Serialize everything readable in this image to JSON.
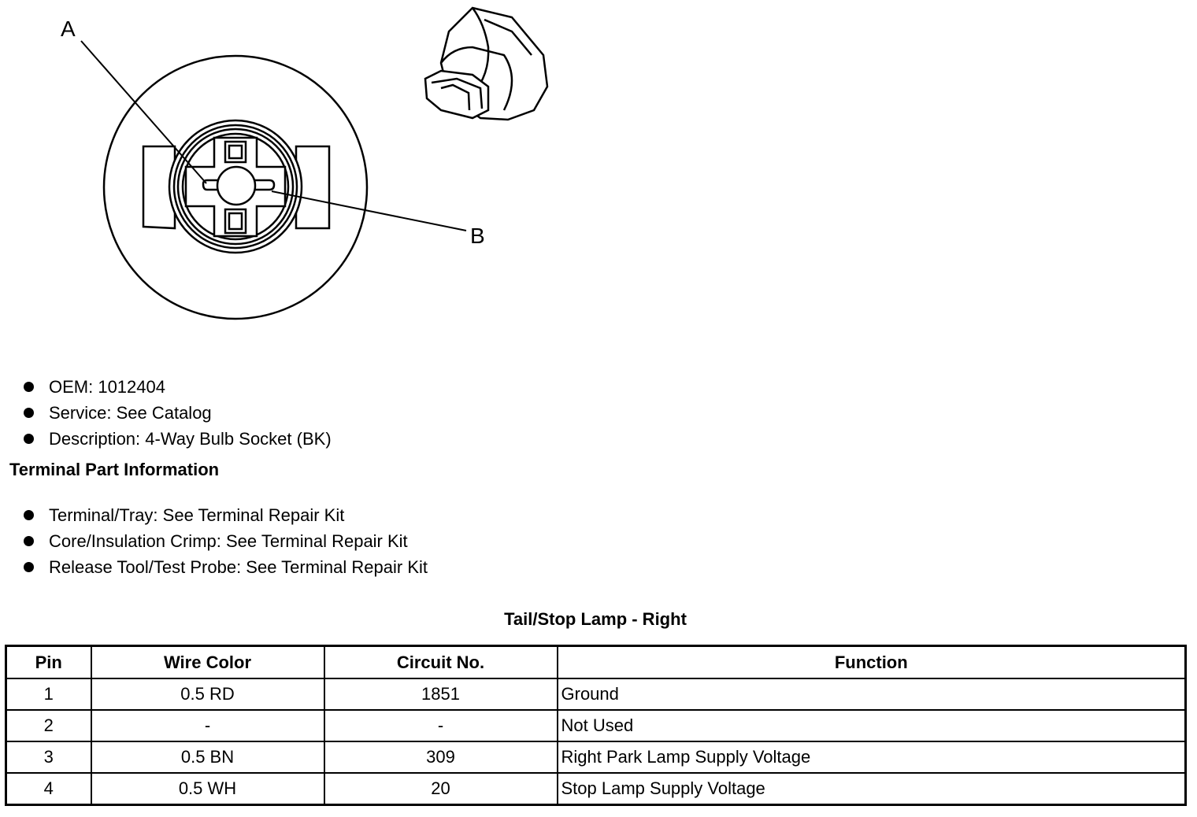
{
  "diagram": {
    "callout_a": "A",
    "callout_b": "B"
  },
  "connector_info": [
    "OEM: 1012404",
    "Service: See Catalog",
    "Description: 4-Way Bulb Socket (BK)"
  ],
  "terminal_heading": "Terminal Part Information",
  "terminal_info": [
    "Terminal/Tray: See Terminal Repair Kit",
    "Core/Insulation Crimp: See Terminal Repair Kit",
    "Release Tool/Test Probe: See Terminal Repair Kit"
  ],
  "table": {
    "title": "Tail/Stop Lamp - Right",
    "headers": [
      "Pin",
      "Wire Color",
      "Circuit No.",
      "Function"
    ],
    "rows": [
      [
        "1",
        "0.5 RD",
        "1851",
        "Ground"
      ],
      [
        "2",
        "-",
        "-",
        "Not Used"
      ],
      [
        "3",
        "0.5 BN",
        "309",
        "Right Park Lamp Supply Voltage"
      ],
      [
        "4",
        "0.5 WH",
        "20",
        "Stop Lamp Supply Voltage"
      ]
    ]
  }
}
